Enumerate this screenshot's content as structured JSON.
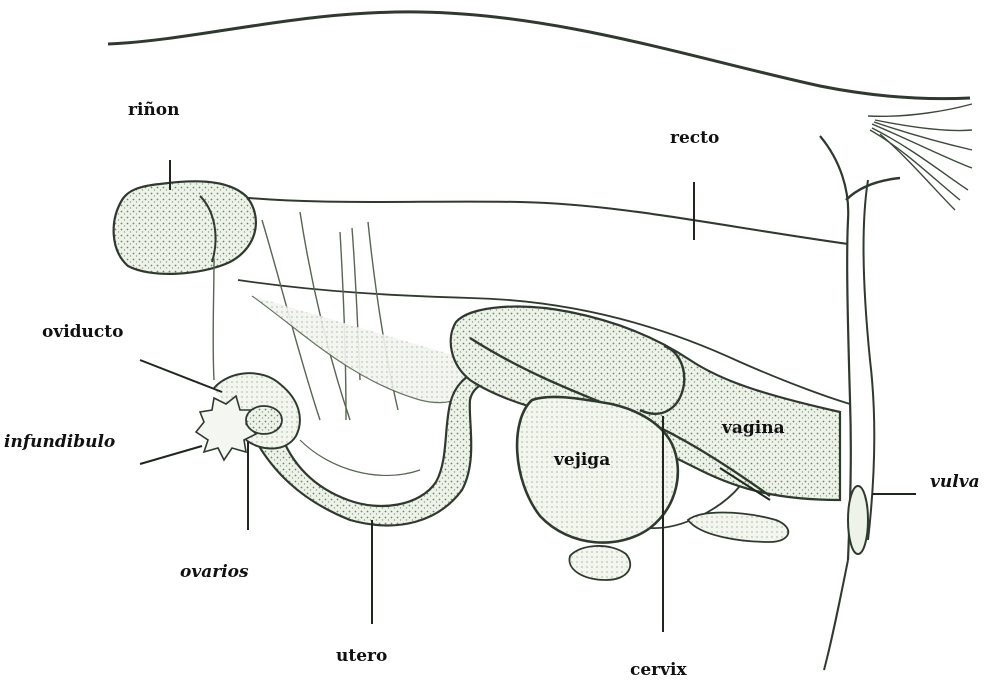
{
  "labels": {
    "rinon": "riñon",
    "recto": "recto",
    "oviducto": "oviducto",
    "infundibulo": "infundibulo",
    "ovarios": "ovarios",
    "utero": "utero",
    "vejiga": "vejiga",
    "vagina": "vagina",
    "cervix": "cervix",
    "vulva": "vulva"
  },
  "colors": {
    "ink": "#111111",
    "line": "#2f3a2f",
    "stipple": "#7a8f72",
    "tint": "#dfe8d8"
  }
}
